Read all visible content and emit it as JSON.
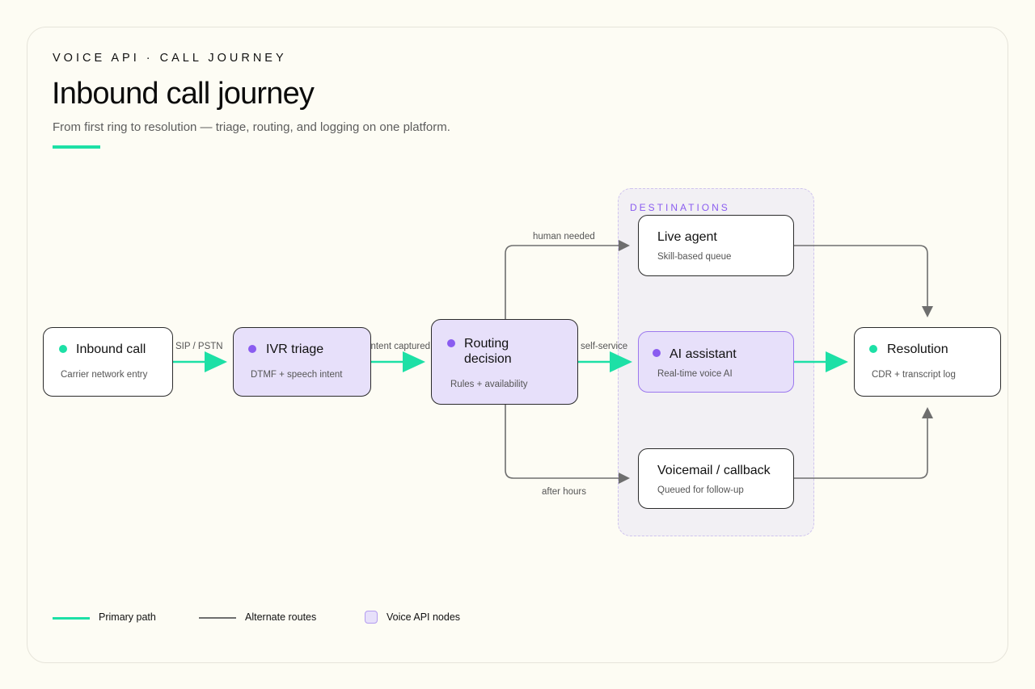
{
  "header": {
    "eyebrow": "VOICE API · CALL JOURNEY",
    "title": "Inbound call journey",
    "subtitle": "From first ring to resolution — triage, routing, and logging on one platform."
  },
  "colors": {
    "primary": "#1de0a6",
    "alternate": "#6e6e6e",
    "api_fill": "#e7e0fa",
    "api_dot": "#8a5cf0",
    "accent_dot": "#1de0a6"
  },
  "group": {
    "label": "DESTINATIONS"
  },
  "nodes": {
    "inbound": {
      "name": "Inbound call",
      "desc": "Carrier network entry",
      "dot": "green"
    },
    "ivr": {
      "name": "IVR triage",
      "desc": "DTMF + speech intent",
      "dot": "purple"
    },
    "routing": {
      "name": "Routing\ndecision",
      "desc": "Rules + availability",
      "dot": "purple"
    },
    "live_agent": {
      "name": "Live agent",
      "desc": "Skill-based queue"
    },
    "ai_assistant": {
      "name": "AI assistant",
      "desc": "Real-time voice AI",
      "dot": "purple"
    },
    "voicemail": {
      "name": "Voicemail / callback",
      "desc": "Queued for follow-up"
    },
    "resolution": {
      "name": "Resolution",
      "desc": "CDR + transcript log",
      "dot": "green"
    }
  },
  "edges": {
    "sip": "SIP / PSTN",
    "intent": "Intent captured",
    "self_service": "self-service",
    "human": "human needed",
    "after_hours": "after hours"
  },
  "legend": {
    "primary": "Primary path",
    "alternate": "Alternate routes",
    "api_nodes": "Voice API nodes"
  }
}
